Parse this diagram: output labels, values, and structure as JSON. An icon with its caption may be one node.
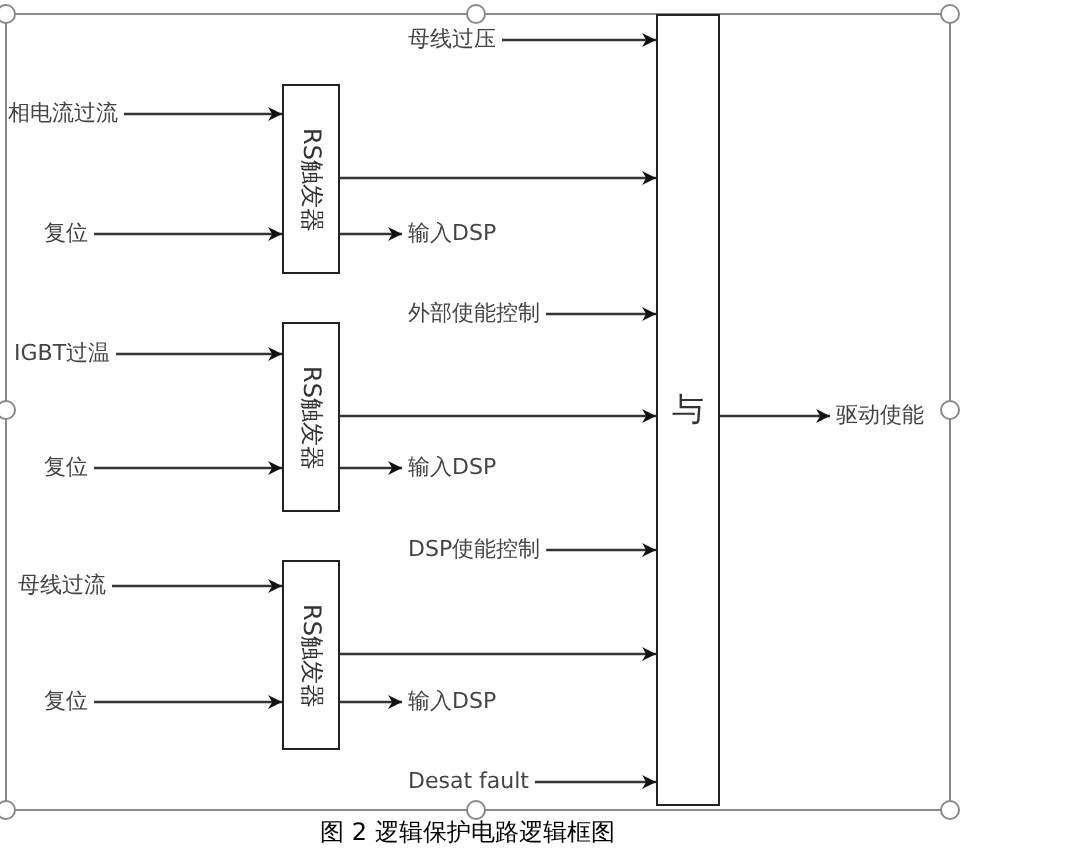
{
  "diagram": {
    "caption": "图 2 逻辑保护电路逻辑框图",
    "nodes": [
      {
        "text": [
          "母线过压"
        ]
      },
      {
        "text": [
          "相电流过流"
        ]
      },
      {
        "text": [
          "RS触发器"
        ]
      },
      {
        "text": [
          "复位"
        ]
      },
      {
        "text": [
          "输入DSP"
        ]
      },
      {
        "text": [
          "外部使能控制"
        ]
      },
      {
        "text": [
          "IGBT过温"
        ]
      },
      {
        "text": [
          "RS触发器"
        ]
      },
      {
        "text": [
          "复位"
        ]
      },
      {
        "text": [
          "输入DSP"
        ]
      },
      {
        "text": [
          "DSP使能控制"
        ]
      },
      {
        "text": [
          "母线过流"
        ]
      },
      {
        "text": [
          "RS触发器"
        ]
      },
      {
        "text": [
          "复位"
        ]
      },
      {
        "text": [
          "输入DSP"
        ]
      },
      {
        "text": [
          "Desat fault"
        ]
      },
      {
        "text": [
          "与"
        ]
      },
      {
        "text": [
          "驱动使能"
        ]
      }
    ],
    "edges": [
      {
        "from": 0,
        "to": 16,
        "arrow": "to"
      },
      {
        "from": 1,
        "to": 2,
        "arrow": "to"
      },
      {
        "from": 3,
        "to": 2,
        "arrow": "to"
      },
      {
        "from": 2,
        "to": 16,
        "arrow": "to"
      },
      {
        "from": 2,
        "to": 4,
        "arrow": "to"
      },
      {
        "from": 5,
        "to": 16,
        "arrow": "to"
      },
      {
        "from": 6,
        "to": 7,
        "arrow": "to"
      },
      {
        "from": 8,
        "to": 7,
        "arrow": "to"
      },
      {
        "from": 7,
        "to": 16,
        "arrow": "to"
      },
      {
        "from": 7,
        "to": 9,
        "arrow": "to"
      },
      {
        "from": 10,
        "to": 16,
        "arrow": "to"
      },
      {
        "from": 11,
        "to": 12,
        "arrow": "to"
      },
      {
        "from": 13,
        "to": 12,
        "arrow": "to"
      },
      {
        "from": 12,
        "to": 16,
        "arrow": "to"
      },
      {
        "from": 12,
        "to": 14,
        "arrow": "to"
      },
      {
        "from": 15,
        "to": 16,
        "arrow": "to"
      },
      {
        "from": 16,
        "to": 17,
        "arrow": "to"
      }
    ]
  }
}
